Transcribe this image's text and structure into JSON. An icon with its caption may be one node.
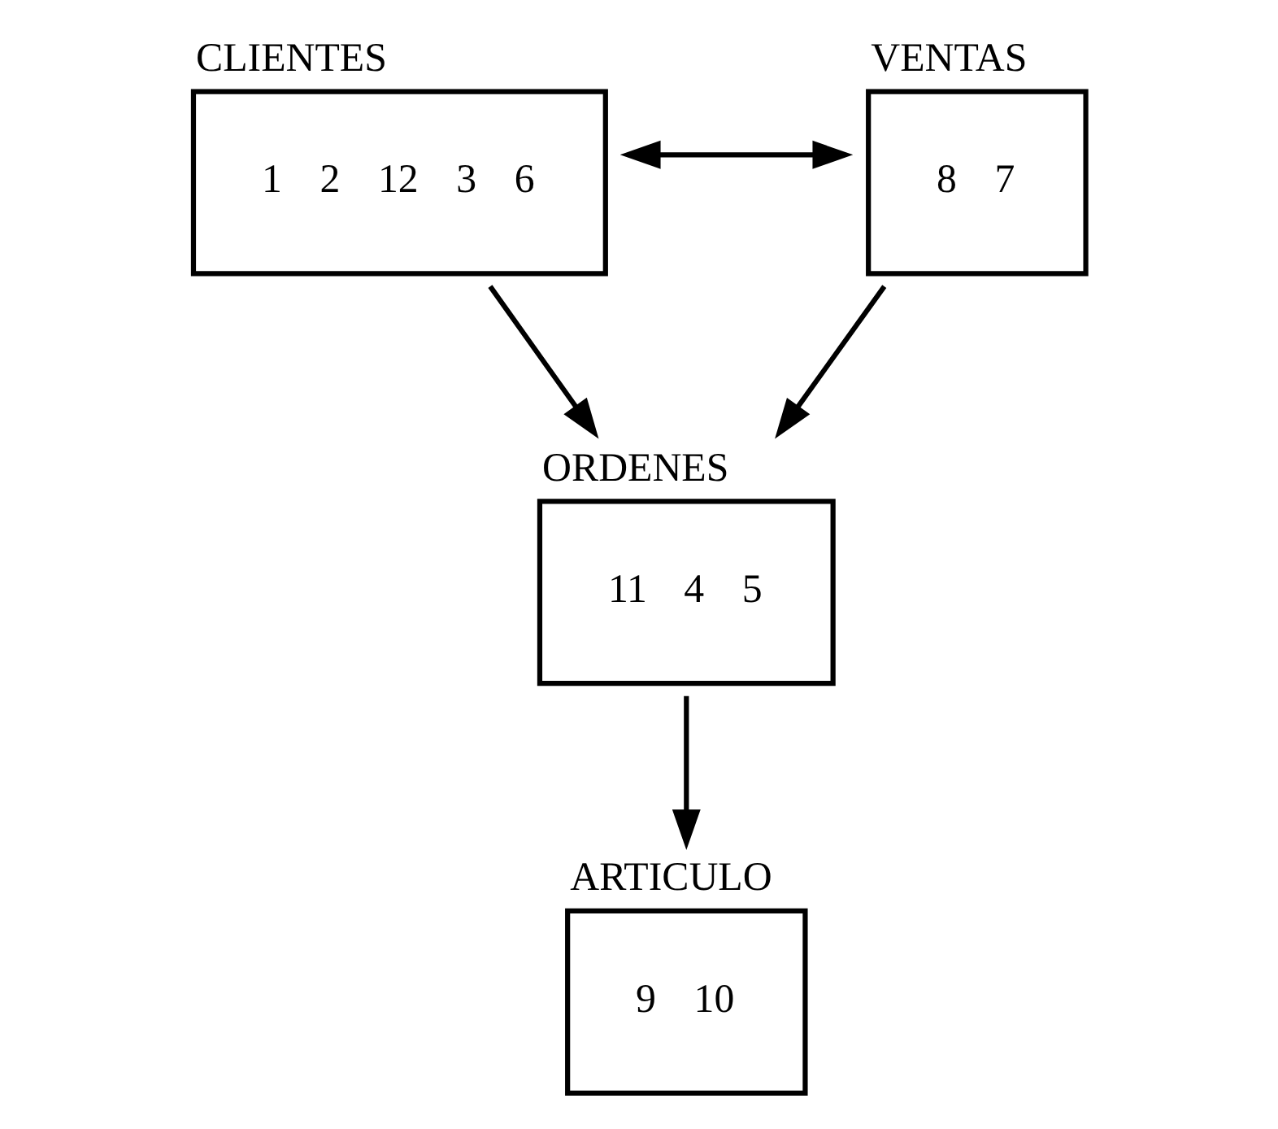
{
  "diagram": {
    "nodes": [
      {
        "text": [
          "CLIENTES",
          "1",
          "2",
          "12",
          "3",
          "6"
        ]
      },
      {
        "text": [
          "VENTAS",
          "8",
          "7"
        ]
      },
      {
        "text": [
          "ORDENES",
          "11",
          "4",
          "5"
        ]
      },
      {
        "text": [
          "ARTICULO",
          "9",
          "10"
        ]
      }
    ],
    "edges": [
      {
        "from": 0,
        "to": 1,
        "arrow": "both"
      },
      {
        "from": 0,
        "to": 2,
        "arrow": "to"
      },
      {
        "from": 1,
        "to": 2,
        "arrow": "to"
      },
      {
        "from": 2,
        "to": 3,
        "arrow": "to"
      }
    ]
  }
}
